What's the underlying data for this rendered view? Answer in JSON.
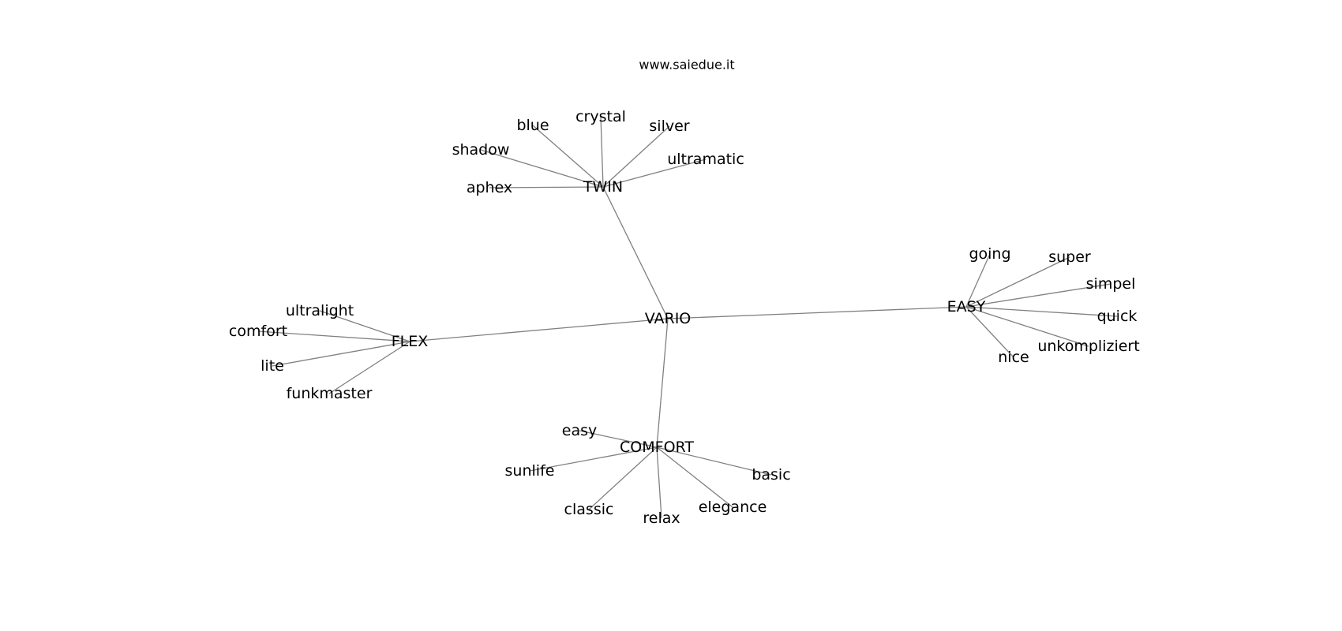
{
  "title": "www.saiedue.it",
  "center": "VARIO",
  "groups": [
    {
      "hub": "TWIN",
      "leaves": [
        "blue",
        "crystal",
        "silver",
        "ultramatic",
        "shadow",
        "aphex"
      ]
    },
    {
      "hub": "FLEX",
      "leaves": [
        "ultralight",
        "comfort",
        "lite",
        "funkmaster"
      ]
    },
    {
      "hub": "EASY",
      "leaves": [
        "going",
        "super",
        "simpel",
        "quick",
        "unkompliziert",
        "nice"
      ]
    },
    {
      "hub": "COMFORT",
      "leaves": [
        "easy",
        "sunlife",
        "classic",
        "relax",
        "elegance",
        "basic"
      ]
    }
  ]
}
